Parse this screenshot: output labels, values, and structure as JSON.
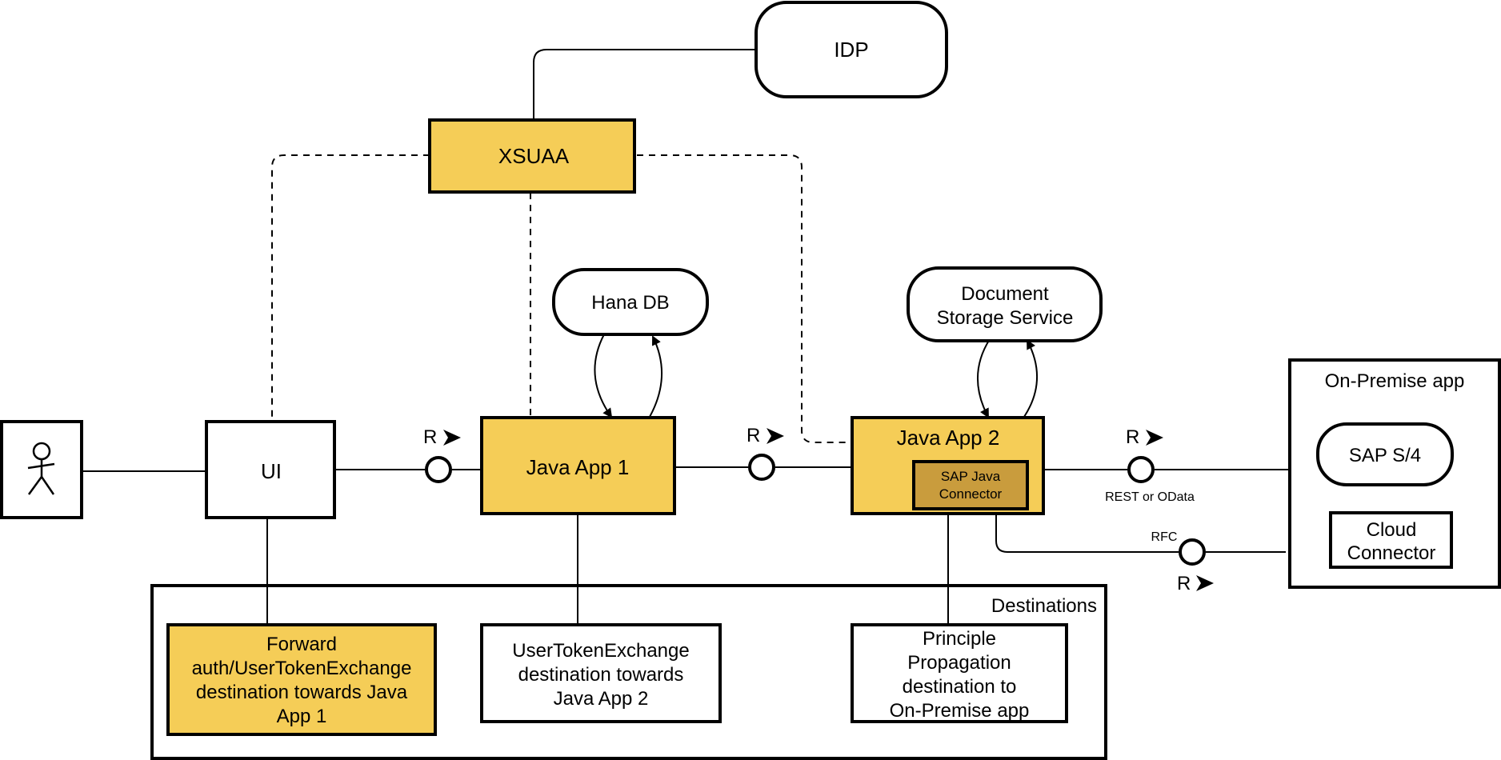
{
  "colors": {
    "accent_yellow": "#f5cd57",
    "connector_brown": "#c99c3d",
    "stroke": "#000000",
    "background": "#ffffff"
  },
  "nodes": {
    "idp": "IDP",
    "xsuaa": "XSUAA",
    "hana_db": "Hana DB",
    "doc_storage": [
      "Document",
      "Storage Service"
    ],
    "ui": "UI",
    "java_app_1": "Java App 1",
    "java_app_2": "Java App 2",
    "sap_java_connector": [
      "SAP Java",
      "Connector"
    ],
    "on_premise_title": "On-Premise app",
    "sap_s4": "SAP S/4",
    "cloud_connector": [
      "Cloud",
      "Connector"
    ],
    "destinations_title": "Destinations",
    "dest_forward": [
      "Forward",
      "auth/UserTokenExchange",
      "destination towards Java",
      "App 1"
    ],
    "dest_user_token": [
      "UserTokenExchange",
      "destination towards",
      "Java App 2"
    ],
    "dest_principle": [
      "Principle",
      "Propagation",
      "destination to",
      "On-Premise app"
    ]
  },
  "icons": {
    "user": "stick-figure-actor-icon",
    "request_arrow": "triangle-arrow-icon"
  },
  "connectors": {
    "r_label": "R",
    "rest_odata": "REST or OData",
    "rfc": "RFC"
  }
}
